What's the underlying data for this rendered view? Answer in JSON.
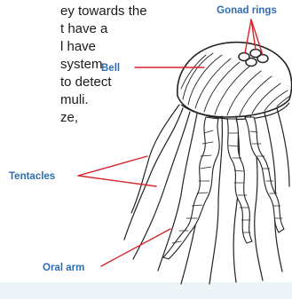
{
  "background_text": {
    "lines": [
      "ey towards the",
      "t have a",
      "l have",
      "system",
      "to detect",
      "muli.",
      "ze,"
    ]
  },
  "labels": {
    "gonad_rings": "Gonad rings",
    "bell": "Bell",
    "tentacles": "Tentacles",
    "oral_arm": "Oral arm"
  },
  "colors": {
    "label_text": "#2e6db4",
    "leader_line": "#d9242c",
    "drawing": "#222222",
    "paragraph_text": "#1a1a1a"
  }
}
